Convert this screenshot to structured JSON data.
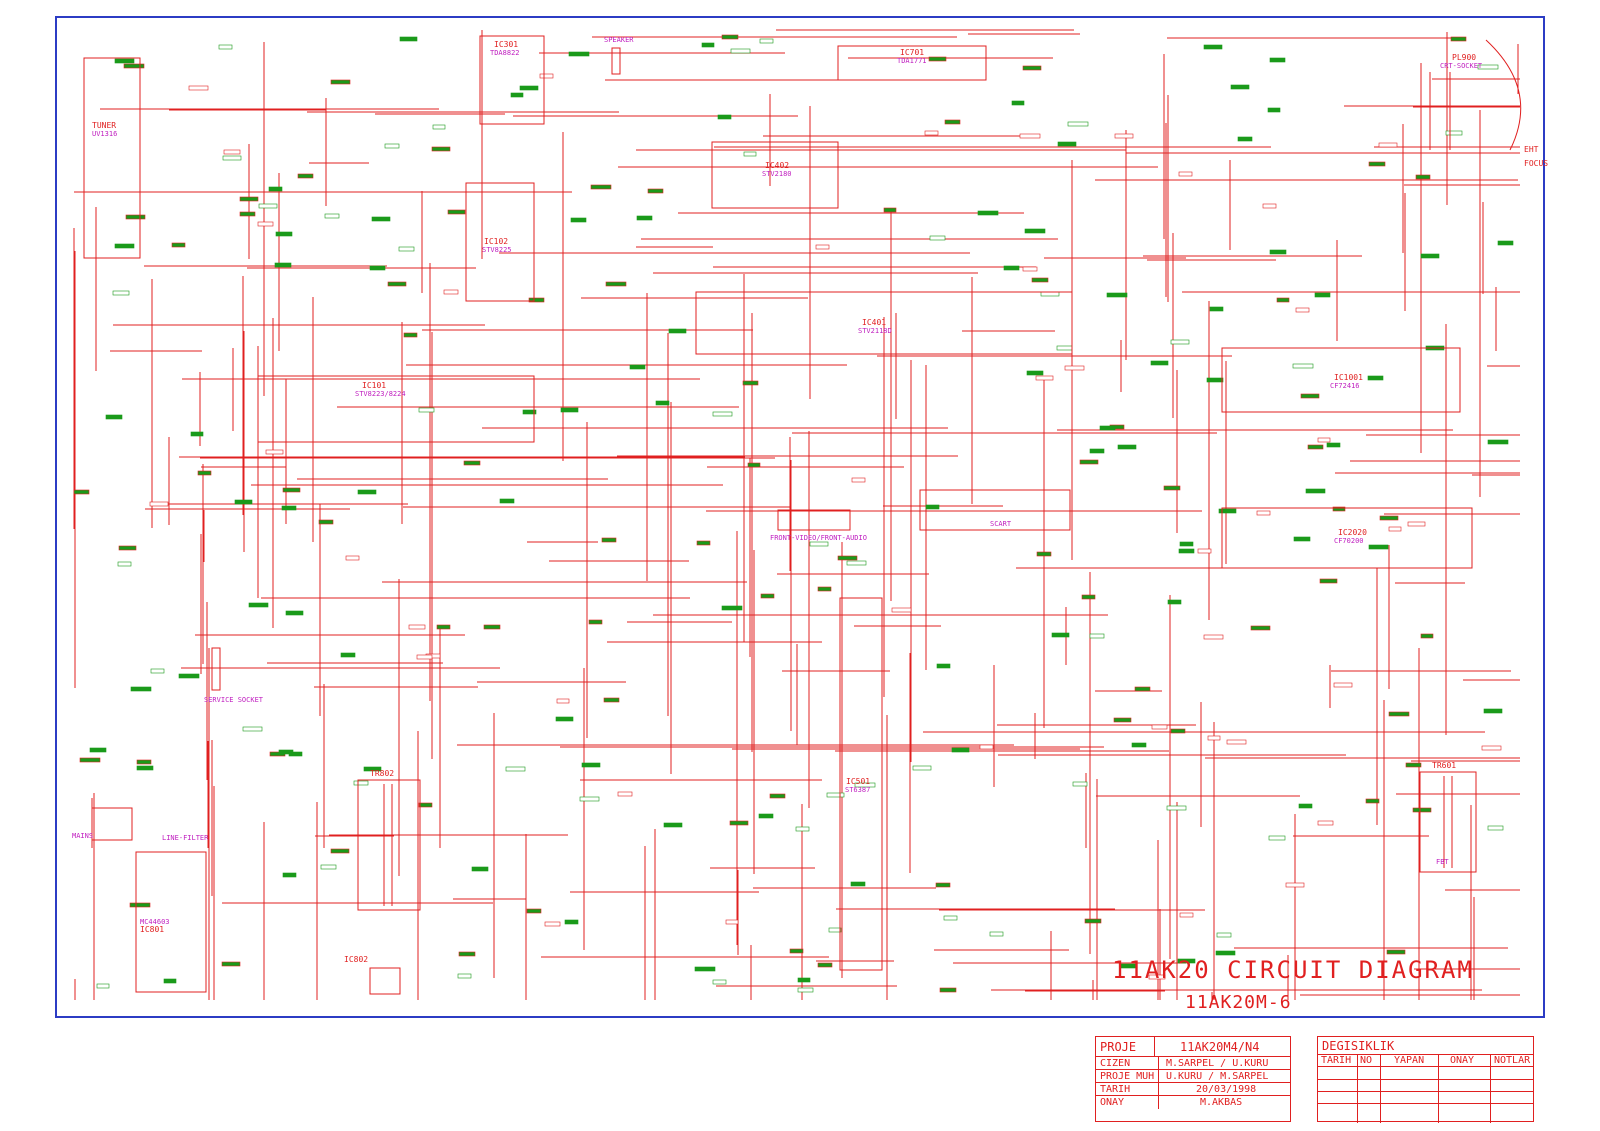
{
  "diagram": {
    "title": "11AK20 CIRCUIT DIAGRAM",
    "subtitle": "11AK20M-6",
    "components": [
      {
        "ref": "IC701",
        "part": "TDA1771"
      },
      {
        "ref": "IC301",
        "part": "TDA8822"
      },
      {
        "ref": "IC102",
        "part": "STV8225"
      },
      {
        "ref": "IC402",
        "part": "STV2180"
      },
      {
        "ref": "IC401",
        "part": "STV2118D"
      },
      {
        "ref": "IC101",
        "part": "STV8223/8224"
      },
      {
        "ref": "IC501",
        "part": "ST6387"
      },
      {
        "ref": "IC801",
        "part": "MC44603"
      },
      {
        "ref": "IC802",
        "part": ""
      },
      {
        "ref": "IC1001",
        "part": "CF72416"
      },
      {
        "ref": "IC2020",
        "part": "CF70200"
      },
      {
        "ref": "TR802",
        "part": ""
      },
      {
        "ref": "TR601",
        "part": "FBT"
      },
      {
        "ref": "PL900",
        "part": "CRT-SOCKET"
      },
      {
        "ref": "TUNER",
        "part": "UV1316"
      }
    ],
    "labels": [
      "EHT",
      "FOCUS",
      "SERVICE SOCKET",
      "MAINS",
      "LINE-FILTER",
      "FRONT-VIDEO/FRONT-AUDIO",
      "SPEAKER",
      "SCART"
    ],
    "colors": {
      "wire": "#e02020",
      "part_text": "#c020c0",
      "value_box": "#1a9a1a",
      "frame": "#2c3cc4"
    }
  },
  "title_block": {
    "left": {
      "proje_label": "PROJE",
      "proje_value": "11AK20M4/N4",
      "cizen_label": "CIZEN",
      "cizen_value": "M.SARPEL / U.KURU",
      "proje_muh_label": "PROJE MUH",
      "proje_muh_value": "U.KURU / M.SARPEL",
      "tarih_label": "TARIH",
      "tarih_value": "20/03/1998",
      "onay_label": "ONAY",
      "onay_value": "M.AKBAS"
    },
    "right": {
      "header": "DEGISIKLIK",
      "columns": [
        "TARIH",
        "NO",
        "YAPAN",
        "ONAY",
        "NOTLAR"
      ]
    }
  }
}
